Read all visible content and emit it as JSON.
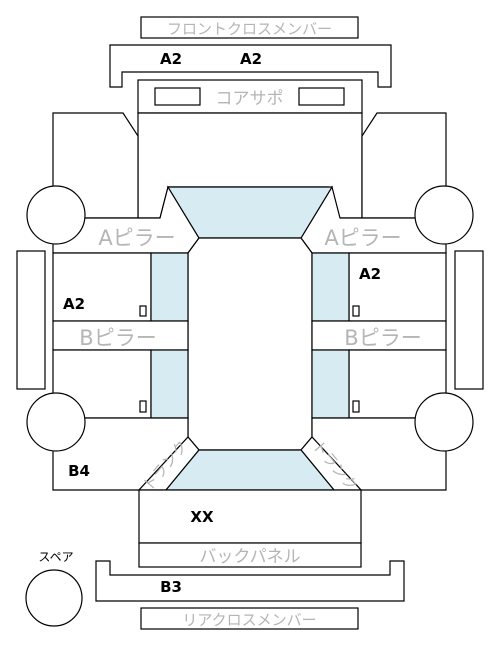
{
  "parts": {
    "front_cross_member": "フロントクロスメンバー",
    "core_support": "コアサポ",
    "a_pillar_left": "Aピラー",
    "a_pillar_right": "Aピラー",
    "b_pillar_left": "Bピラー",
    "b_pillar_right": "Bピラー",
    "trunk_left": "トランク",
    "trunk_right": "トランク",
    "back_panel": "バックパネル",
    "rear_cross_member": "リアクロスメンバー",
    "spare": "スペア"
  },
  "grades": {
    "front_cross_left": "A2",
    "front_cross_right": "A2",
    "right_front_door": "A2",
    "left_front_door": "A2",
    "left_rear_quarter": "B4",
    "trunk": "XX",
    "rear_cross": "B3"
  },
  "colors": {
    "glass": "#d6ecf2",
    "ghost_label": "#b5b5b5",
    "line": "#000000"
  }
}
